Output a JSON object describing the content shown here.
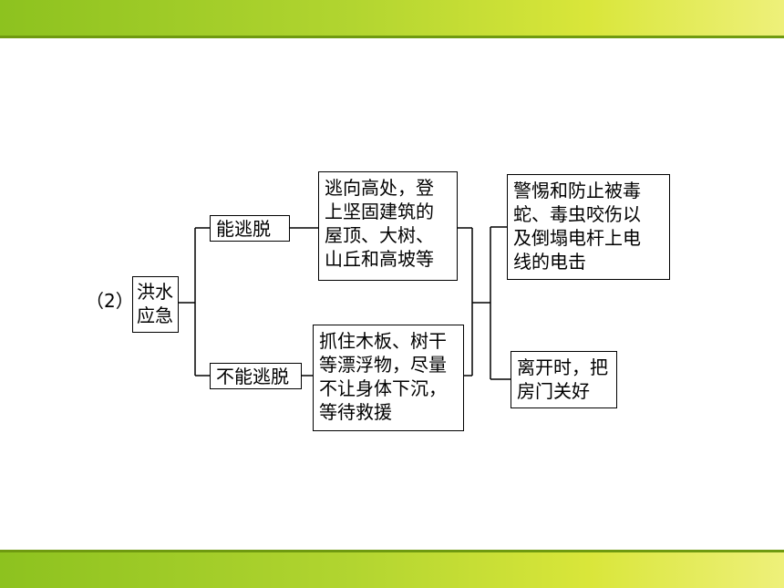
{
  "colors": {
    "band_start": "#8dc21f",
    "band_end": "#eef07a",
    "band_line": "#6f9a10"
  },
  "diagram": {
    "prefix": "（2）",
    "root": "洪水\n应急",
    "branch_escape": "能逃脱",
    "branch_no_escape": "不能逃脱",
    "escape_action": "逃向高处，登\n上坚固建筑的\n屋顶、大树、\n山丘和高坡等",
    "no_escape_action": "抓住木板、树干\n等漂浮物，尽量\n不让身体下沉，\n等待救援",
    "result_1": "警惕和防止被毒\n蛇、毒虫咬伤以\n及倒塌电杆上电\n线的电击",
    "result_2": "离开时，把\n房门关好"
  }
}
